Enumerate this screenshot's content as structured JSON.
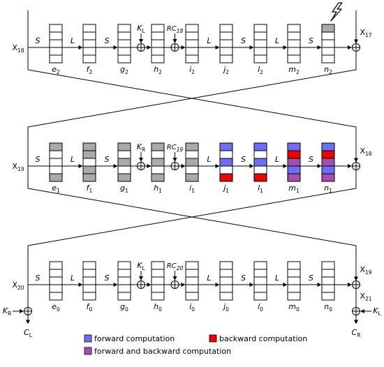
{
  "colors": {
    "empty": "#ffffff",
    "known": "#aaaaaa",
    "forward": "#6e6ef5",
    "backward": "#ee0000",
    "both": "#a24fb0",
    "fault": "#000000"
  },
  "fault_icon": "lightning-bolt-icon",
  "rounds": [
    {
      "left_in": {
        "base": "X",
        "sub": "18"
      },
      "right_out": {
        "base": "X",
        "sub": "17"
      },
      "ops": [
        "S",
        "L",
        "S",
        "K",
        "RC",
        "L",
        "S",
        "L",
        "S"
      ],
      "key": {
        "base": "K",
        "sub": "L"
      },
      "rc": {
        "base": "RC",
        "sub": "18"
      },
      "states": [
        {
          "name": "e",
          "sub": "2",
          "cells": [
            "empty",
            "empty",
            "empty",
            "empty",
            "empty"
          ]
        },
        {
          "name": "f",
          "sub": "2",
          "cells": [
            "empty",
            "empty",
            "empty",
            "empty",
            "empty"
          ]
        },
        {
          "name": "g",
          "sub": "2",
          "cells": [
            "empty",
            "empty",
            "empty",
            "empty",
            "empty"
          ]
        },
        {
          "name": "h",
          "sub": "2",
          "cells": [
            "empty",
            "empty",
            "empty",
            "empty",
            "empty"
          ]
        },
        {
          "name": "i",
          "sub": "2",
          "cells": [
            "empty",
            "empty",
            "empty",
            "empty",
            "empty"
          ]
        },
        {
          "name": "j",
          "sub": "2",
          "cells": [
            "empty",
            "empty",
            "empty",
            "empty",
            "empty"
          ]
        },
        {
          "name": "l",
          "sub": "2",
          "cells": [
            "empty",
            "empty",
            "empty",
            "empty",
            "empty"
          ]
        },
        {
          "name": "m",
          "sub": "2",
          "cells": [
            "empty",
            "empty",
            "empty",
            "empty",
            "empty"
          ]
        },
        {
          "name": "n",
          "sub": "2",
          "cells": [
            "known",
            "empty",
            "empty",
            "empty",
            "empty"
          ]
        }
      ]
    },
    {
      "left_in": {
        "base": "X",
        "sub": "19"
      },
      "right_out": {
        "base": "X",
        "sub": "18"
      },
      "key": {
        "base": "K",
        "sub": "R"
      },
      "rc": {
        "base": "RC",
        "sub": "19"
      },
      "states": [
        {
          "name": "e",
          "sub": "1",
          "cells": [
            "known",
            "empty",
            "empty",
            "empty",
            "known"
          ]
        },
        {
          "name": "f",
          "sub": "1",
          "cells": [
            "known",
            "known",
            "empty",
            "known",
            "known"
          ]
        },
        {
          "name": "g",
          "sub": "1",
          "cells": [
            "known",
            "empty",
            "known",
            "empty",
            "known"
          ]
        },
        {
          "name": "h",
          "sub": "1",
          "cells": [
            "known",
            "empty",
            "known",
            "empty",
            "known"
          ]
        },
        {
          "name": "i",
          "sub": "1",
          "cells": [
            "known",
            "empty",
            "known",
            "empty",
            "known"
          ]
        },
        {
          "name": "j",
          "sub": "1",
          "cells": [
            "forward",
            "empty",
            "forward",
            "empty",
            "backward"
          ]
        },
        {
          "name": "l",
          "sub": "1",
          "cells": [
            "forward",
            "empty",
            "forward",
            "empty",
            "backward"
          ]
        },
        {
          "name": "m",
          "sub": "1",
          "cells": [
            "forward",
            "backward",
            "both",
            "forward",
            "both"
          ]
        },
        {
          "name": "n",
          "sub": "1",
          "cells": [
            "forward",
            "backward",
            "both",
            "forward",
            "both"
          ]
        }
      ]
    },
    {
      "left_in": {
        "base": "X",
        "sub": "20"
      },
      "right_out": {
        "base": "X",
        "sub": "19"
      },
      "right_out2": {
        "base": "X",
        "sub": "21"
      },
      "key": {
        "base": "K",
        "sub": "L"
      },
      "rc": {
        "base": "RC",
        "sub": "20"
      },
      "kr": {
        "base": "K",
        "sub": "R"
      },
      "kl": {
        "base": "K",
        "sub": "L"
      },
      "cl": {
        "base": "C",
        "sub": "L"
      },
      "cr": {
        "base": "C",
        "sub": "R"
      },
      "states": [
        {
          "name": "e",
          "sub": "0",
          "cells": [
            "empty",
            "empty",
            "empty",
            "empty",
            "empty"
          ]
        },
        {
          "name": "f",
          "sub": "0",
          "cells": [
            "empty",
            "empty",
            "empty",
            "empty",
            "empty"
          ]
        },
        {
          "name": "g",
          "sub": "0",
          "cells": [
            "empty",
            "empty",
            "empty",
            "empty",
            "empty"
          ]
        },
        {
          "name": "h",
          "sub": "0",
          "cells": [
            "empty",
            "empty",
            "empty",
            "empty",
            "empty"
          ]
        },
        {
          "name": "i",
          "sub": "0",
          "cells": [
            "empty",
            "empty",
            "empty",
            "empty",
            "empty"
          ]
        },
        {
          "name": "j",
          "sub": "0",
          "cells": [
            "empty",
            "empty",
            "empty",
            "empty",
            "empty"
          ]
        },
        {
          "name": "l",
          "sub": "0",
          "cells": [
            "empty",
            "empty",
            "empty",
            "empty",
            "empty"
          ]
        },
        {
          "name": "m",
          "sub": "0",
          "cells": [
            "empty",
            "empty",
            "empty",
            "empty",
            "empty"
          ]
        },
        {
          "name": "n",
          "sub": "0",
          "cells": [
            "empty",
            "empty",
            "empty",
            "empty",
            "empty"
          ]
        }
      ]
    }
  ],
  "legend": [
    {
      "color": "forward",
      "label": "forward computation"
    },
    {
      "color": "backward",
      "label": "backward computation"
    },
    {
      "color": "both",
      "label": "forward and backward computation"
    }
  ]
}
